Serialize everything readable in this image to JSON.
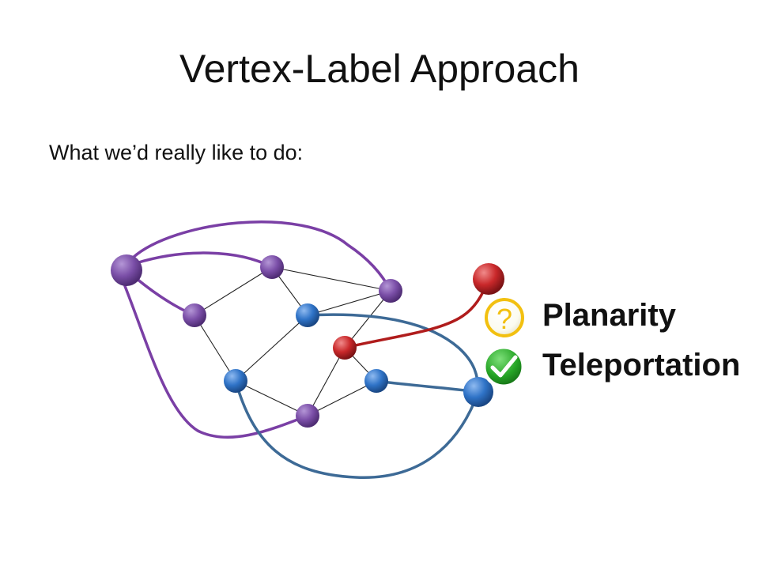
{
  "slide": {
    "title": "Vertex-Label Approach",
    "subtitle": "What we’d really like to do:"
  },
  "legend": [
    {
      "icon": "question-icon",
      "label": "Planarity",
      "color": "#f2c010"
    },
    {
      "icon": "checkmark-icon",
      "label": "Teleportation",
      "color": "#2aa22a"
    }
  ],
  "colors": {
    "purple": "#7b4fa8",
    "blue": "#2f73c7",
    "red": "#c0282a",
    "purple_curve": "#7a3fa5",
    "blue_curve": "#3d6a96",
    "red_curve": "#b01c1c"
  }
}
